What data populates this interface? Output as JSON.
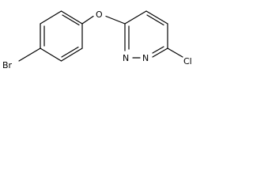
{
  "molecule": {
    "atoms": {
      "bromine": "Br",
      "oxygen": "O",
      "nitrogen_1": "N",
      "nitrogen_2": "N",
      "chlorine": "Cl"
    }
  }
}
